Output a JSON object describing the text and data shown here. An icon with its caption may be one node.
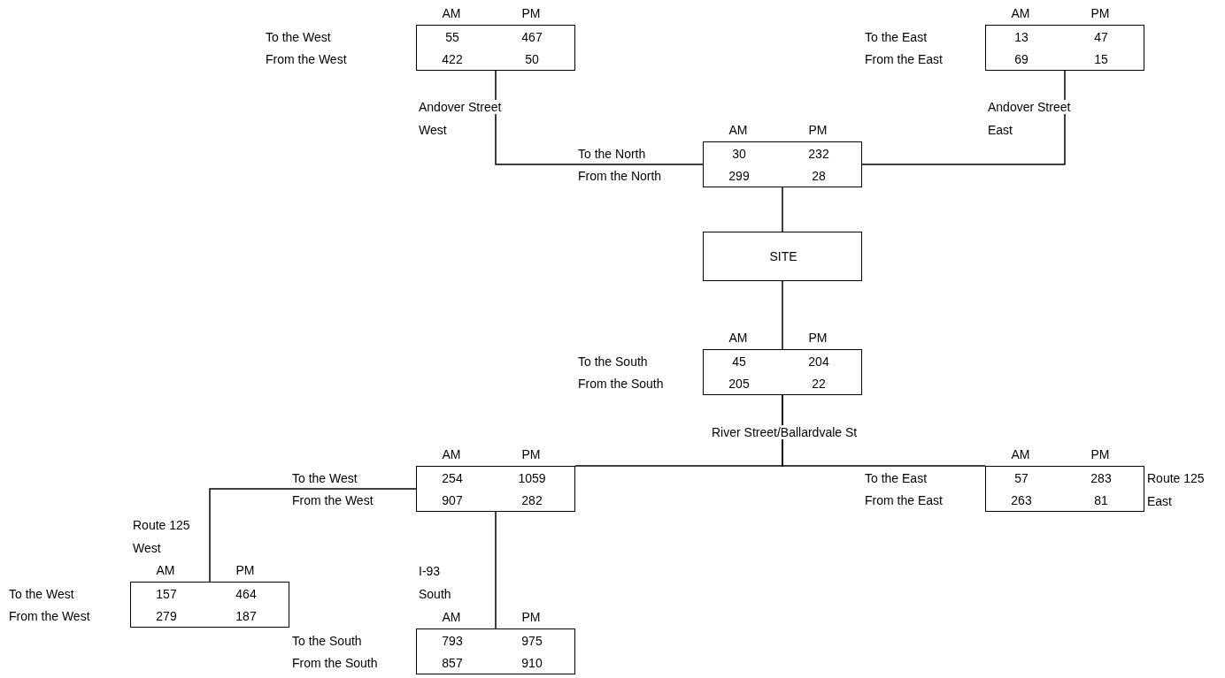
{
  "diagram": {
    "nodes": [
      {
        "text": [
          "55",
          "467",
          "422",
          "50"
        ],
        "beside": [
          "AM",
          "PM",
          "To the West",
          "From the West"
        ]
      },
      {
        "text": [
          "13",
          "47",
          "69",
          "15"
        ],
        "beside": [
          "AM",
          "PM",
          "To the East",
          "From the East"
        ]
      },
      {
        "text": [
          "30",
          "232",
          "299",
          "28"
        ],
        "beside": [
          "AM",
          "PM",
          "To the North",
          "From the North"
        ]
      },
      {
        "text": [
          "SITE"
        ]
      },
      {
        "text": [
          "45",
          "204",
          "205",
          "22"
        ],
        "beside": [
          "AM",
          "PM",
          "To the South",
          "From the South"
        ]
      },
      {
        "text": [
          "254",
          "1059",
          "907",
          "282"
        ],
        "beside": [
          "AM",
          "PM",
          "To the West",
          "From the West"
        ]
      },
      {
        "text": [
          "57",
          "283",
          "263",
          "81"
        ],
        "beside": [
          "AM",
          "PM",
          "To the East",
          "From the East",
          "Route 125 East"
        ]
      },
      {
        "text": [
          "157",
          "464",
          "279",
          "187"
        ],
        "beside": [
          "AM",
          "PM",
          "To the West",
          "From the West"
        ]
      },
      {
        "text": [
          "793",
          "975",
          "857",
          "910"
        ],
        "beside": [
          "AM",
          "PM",
          "To the South",
          "From the South"
        ]
      }
    ],
    "edges": [
      {
        "from": 0,
        "to": 2,
        "arrow": "none"
      },
      {
        "from": 1,
        "to": 2,
        "arrow": "none"
      },
      {
        "from": 2,
        "to": 3,
        "arrow": "none"
      },
      {
        "from": 3,
        "to": 4,
        "arrow": "none"
      },
      {
        "from": 4,
        "to": 5,
        "arrow": "none"
      },
      {
        "from": 4,
        "to": 6,
        "arrow": "none"
      },
      {
        "from": 5,
        "to": 7,
        "arrow": "none"
      },
      {
        "from": 5,
        "to": 8,
        "arrow": "none"
      }
    ],
    "labels": [
      "Andover Street West",
      "Andover Street East",
      "River Street/Ballardvale St",
      "Route 125 West",
      "I-93 South"
    ]
  }
}
